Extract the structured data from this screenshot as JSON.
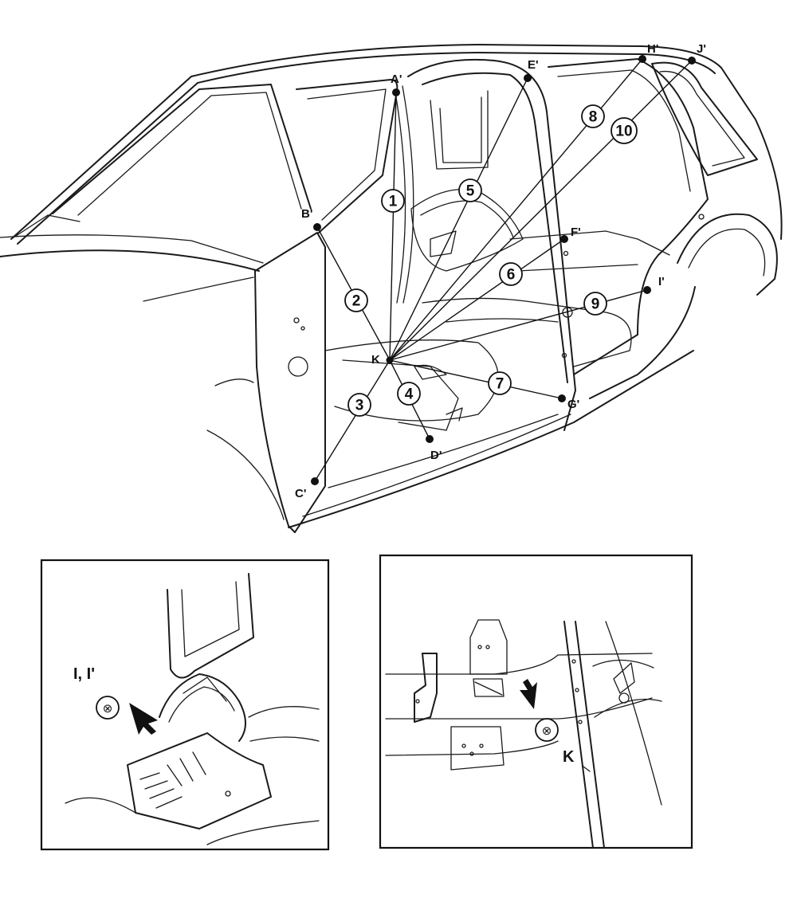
{
  "diagram": {
    "points": [
      {
        "id": "A",
        "label": "A'"
      },
      {
        "id": "B",
        "label": "B'"
      },
      {
        "id": "C",
        "label": "C'"
      },
      {
        "id": "D",
        "label": "D'"
      },
      {
        "id": "E",
        "label": "E'"
      },
      {
        "id": "F",
        "label": "F'"
      },
      {
        "id": "G",
        "label": "G'"
      },
      {
        "id": "H",
        "label": "H'"
      },
      {
        "id": "I",
        "label": "I'"
      },
      {
        "id": "J",
        "label": "J'"
      },
      {
        "id": "K",
        "label": "K"
      }
    ],
    "measurements": [
      {
        "number": "1",
        "to": "A"
      },
      {
        "number": "2",
        "to": "B"
      },
      {
        "number": "3",
        "to": "C"
      },
      {
        "number": "4",
        "to": "D"
      },
      {
        "number": "5",
        "to": "E"
      },
      {
        "number": "6",
        "to": "F"
      },
      {
        "number": "7",
        "to": "G"
      },
      {
        "number": "8",
        "to": "H"
      },
      {
        "number": "9",
        "to": "I"
      },
      {
        "number": "10",
        "to": "J"
      }
    ],
    "insets": [
      {
        "id": "left",
        "label": "I, I'",
        "symbol": "⊗"
      },
      {
        "id": "right",
        "label": "K",
        "symbol": "⊗"
      }
    ]
  }
}
